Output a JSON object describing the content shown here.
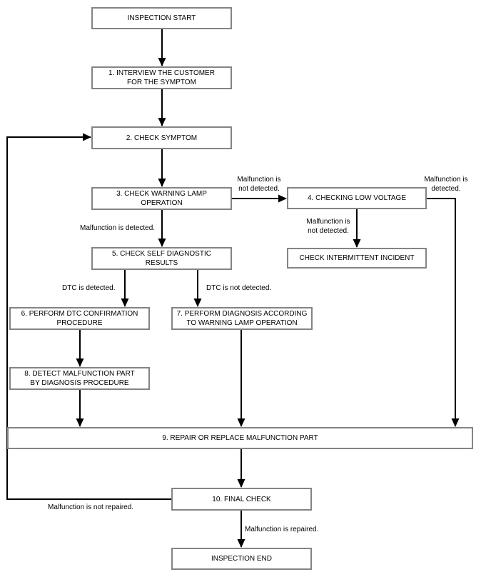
{
  "diagram": {
    "nodes": {
      "start": "INSPECTION START",
      "step1": "1. INTERVIEW THE CUSTOMER\nFOR THE SYMPTOM",
      "step2": "2. CHECK SYMPTOM",
      "step3": "3. CHECK WARNING LAMP\nOPERATION",
      "step4": "4. CHECKING LOW VOLTAGE",
      "step5": "5. CHECK SELF DIAGNOSTIC\nRESULTS",
      "intermittent": "CHECK INTERMITTENT INCIDENT",
      "step6": "6. PERFORM DTC CONFIRMATION\nPROCEDURE",
      "step7": "7. PERFORM DIAGNOSIS ACCORDING\nTO WARNING LAMP OPERATION",
      "step8": "8. DETECT MALFUNCTION PART\nBY DIAGNOSIS PROCEDURE",
      "step9": "9. REPAIR OR REPLACE MALFUNCTION PART",
      "step10": "10. FINAL CHECK",
      "end": "INSPECTION END"
    },
    "edge_labels": {
      "lamp_not_detected": "Malfunction is\nnot detected.",
      "lamp_detected": "Malfunction is detected.",
      "voltage_detected": "Malfunction is\ndetected.",
      "voltage_not_detected": "Malfunction is\nnot detected.",
      "dtc_detected": "DTC is detected.",
      "dtc_not_detected": "DTC is not detected.",
      "not_repaired": "Malfunction is not repaired.",
      "repaired": "Malfunction is repaired."
    },
    "colors": {
      "box_border": "#848484",
      "connector_line": "#000000",
      "text": "#000000",
      "background": "#ffffff"
    }
  }
}
